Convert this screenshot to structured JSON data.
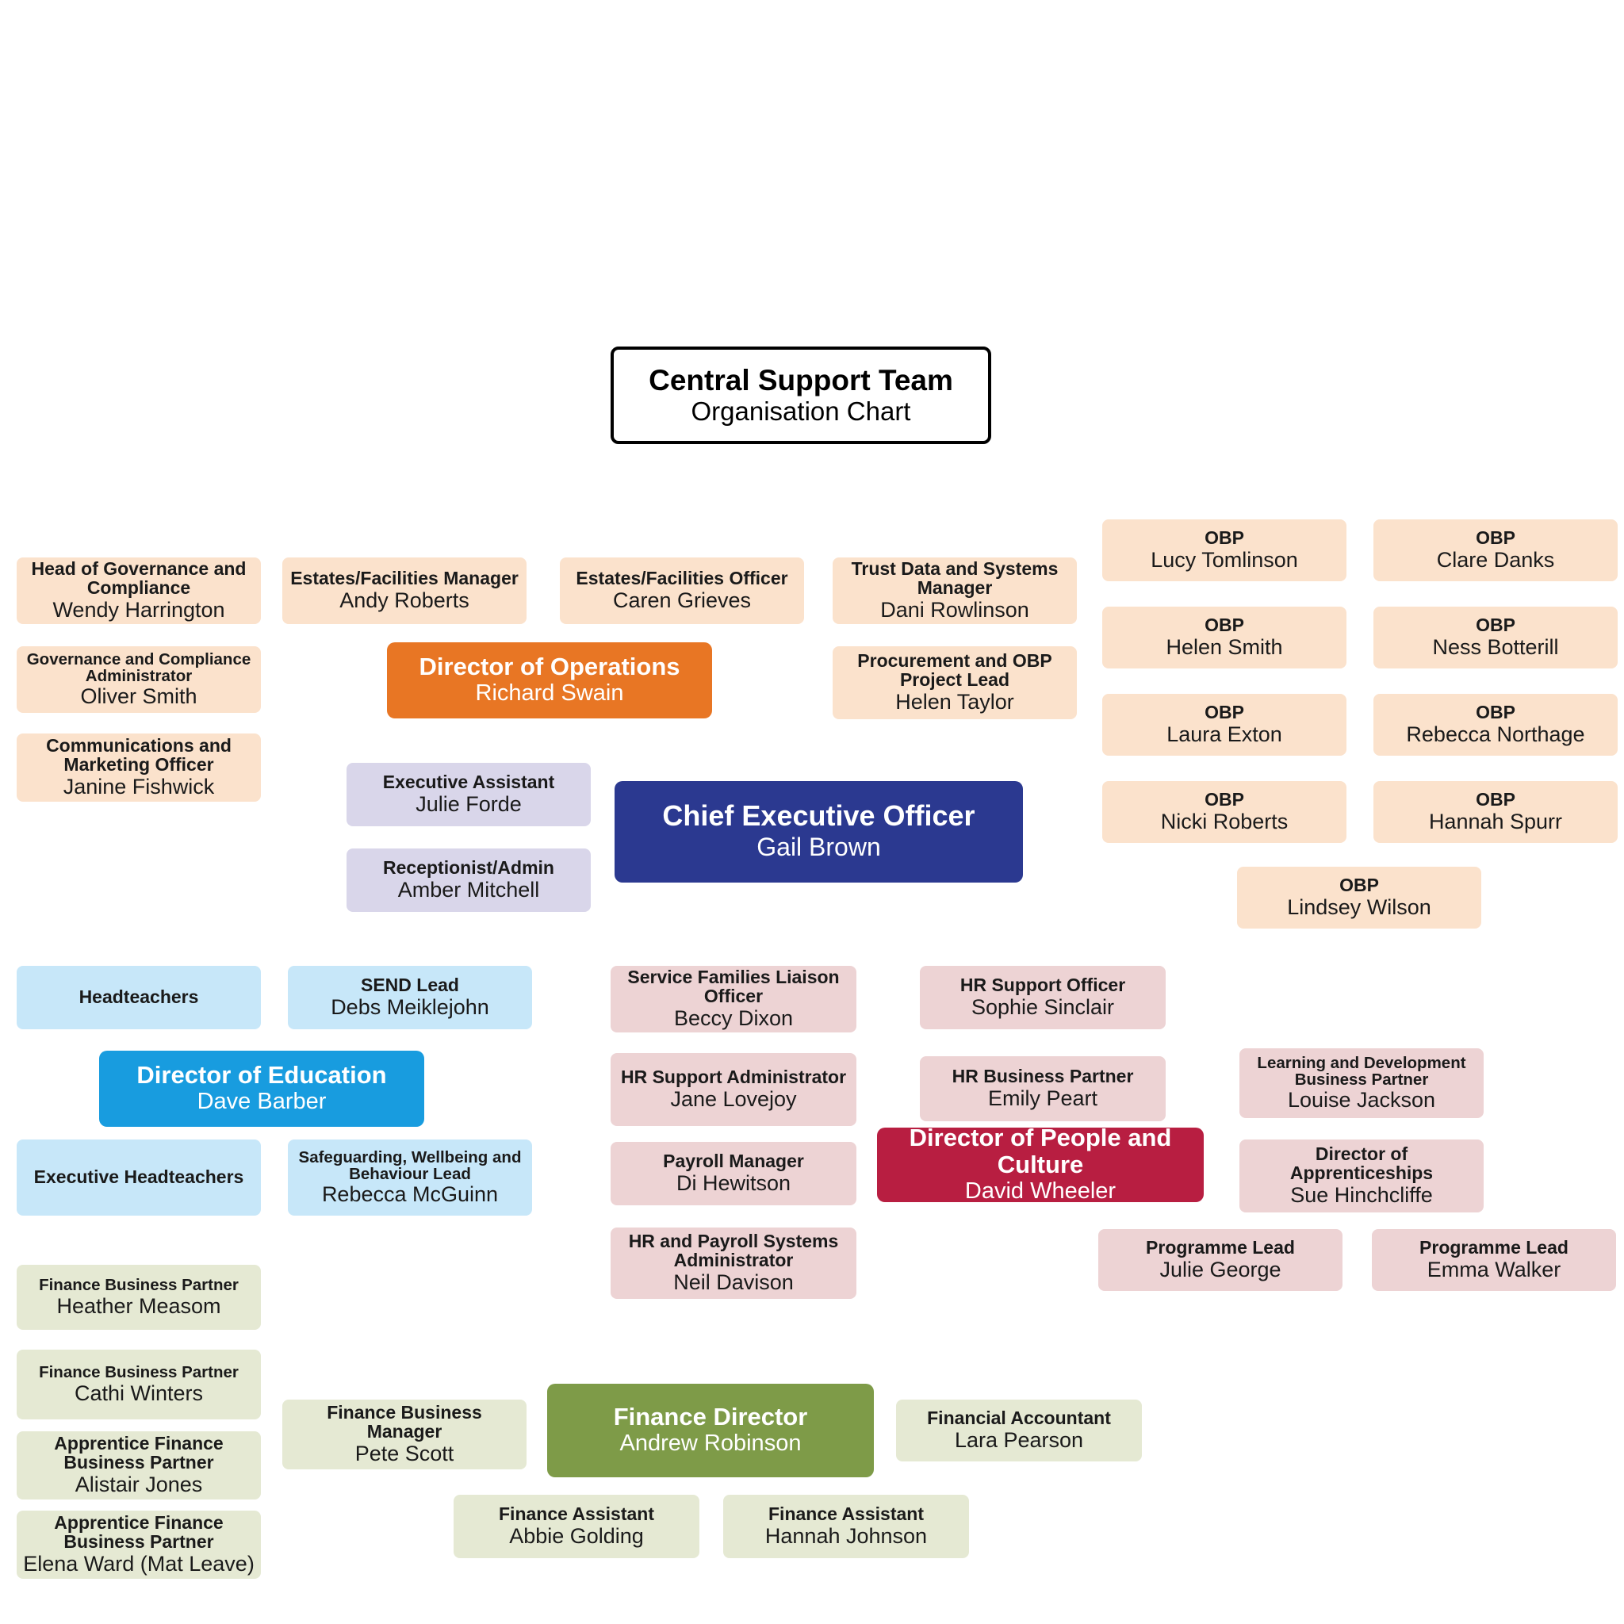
{
  "title": {
    "line1": "Central Support Team",
    "line2": "Organisation Chart"
  },
  "palette": {
    "peach": {
      "bg": "#FBE2CC",
      "text": "#1A1A1A"
    },
    "orange": {
      "bg": "#E87624",
      "text": "#FFFFFF"
    },
    "lavender": {
      "bg": "#D9D6EA",
      "text": "#1A1A1A"
    },
    "navy": {
      "bg": "#2B3990",
      "text": "#FFFFFF"
    },
    "lightblue": {
      "bg": "#C7E7F9",
      "text": "#1A1A1A"
    },
    "blue": {
      "bg": "#189CDF",
      "text": "#FFFFFF"
    },
    "pink": {
      "bg": "#EDD3D4",
      "text": "#1A1A1A"
    },
    "crimson": {
      "bg": "#B81E41",
      "text": "#FFFFFF"
    },
    "sage": {
      "bg": "#E5E9D3",
      "text": "#1A1A1A"
    },
    "olive": {
      "bg": "#7E9B48",
      "text": "#FFFFFF"
    }
  },
  "boxes": [
    {
      "id": "head-governance",
      "role": "Head of Governance and Compliance",
      "name": "Wendy Harrington",
      "color": "peach"
    },
    {
      "id": "governance-admin",
      "role": "Governance and Compliance Administrator",
      "name": "Oliver Smith",
      "color": "peach"
    },
    {
      "id": "comms-marketing",
      "role": "Communications and Marketing Officer",
      "name": "Janine Fishwick",
      "color": "peach"
    },
    {
      "id": "estates-manager",
      "role": "Estates/Facilities Manager",
      "name": "Andy Roberts",
      "color": "peach"
    },
    {
      "id": "estates-officer",
      "role": "Estates/Facilities Officer",
      "name": "Caren Grieves",
      "color": "peach"
    },
    {
      "id": "trust-data",
      "role": "Trust Data and Systems Manager",
      "name": "Dani Rowlinson",
      "color": "peach"
    },
    {
      "id": "procurement-obp",
      "role": "Procurement and OBP Project Lead",
      "name": "Helen Taylor",
      "color": "peach"
    },
    {
      "id": "director-operations",
      "role": "Director of Operations",
      "name": "Richard Swain",
      "color": "orange"
    },
    {
      "id": "obp-lucy",
      "role": "OBP",
      "name": "Lucy Tomlinson",
      "color": "peach"
    },
    {
      "id": "obp-clare",
      "role": "OBP",
      "name": "Clare Danks",
      "color": "peach"
    },
    {
      "id": "obp-helen",
      "role": "OBP",
      "name": "Helen Smith",
      "color": "peach"
    },
    {
      "id": "obp-ness",
      "role": "OBP",
      "name": "Ness Botterill",
      "color": "peach"
    },
    {
      "id": "obp-laura",
      "role": "OBP",
      "name": "Laura Exton",
      "color": "peach"
    },
    {
      "id": "obp-rebecca",
      "role": "OBP",
      "name": "Rebecca Northage",
      "color": "peach"
    },
    {
      "id": "obp-nicki",
      "role": "OBP",
      "name": "Nicki Roberts",
      "color": "peach"
    },
    {
      "id": "obp-hannah",
      "role": "OBP",
      "name": "Hannah Spurr",
      "color": "peach"
    },
    {
      "id": "obp-lindsey",
      "role": "OBP",
      "name": "Lindsey Wilson",
      "color": "peach"
    },
    {
      "id": "exec-assistant",
      "role": "Executive Assistant",
      "name": "Julie Forde",
      "color": "lavender"
    },
    {
      "id": "receptionist",
      "role": "Receptionist/Admin",
      "name": "Amber Mitchell",
      "color": "lavender"
    },
    {
      "id": "ceo",
      "role": "Chief Executive Officer",
      "name": "Gail Brown",
      "color": "navy"
    },
    {
      "id": "headteachers",
      "role": "Headteachers",
      "name": "",
      "color": "lightblue"
    },
    {
      "id": "send-lead",
      "role": "SEND Lead",
      "name": "Debs Meiklejohn",
      "color": "lightblue"
    },
    {
      "id": "director-education",
      "role": "Director of Education",
      "name": "Dave Barber",
      "color": "blue"
    },
    {
      "id": "exec-headteachers",
      "role": "Executive Headteachers",
      "name": "",
      "color": "lightblue"
    },
    {
      "id": "safeguarding",
      "role": "Safeguarding, Wellbeing and Behaviour Lead",
      "name": "Rebecca McGuinn",
      "color": "lightblue"
    },
    {
      "id": "service-families",
      "role": "Service Families Liaison Officer",
      "name": "Beccy Dixon",
      "color": "pink"
    },
    {
      "id": "hr-support-officer",
      "role": "HR Support Officer",
      "name": "Sophie Sinclair",
      "color": "pink"
    },
    {
      "id": "hr-support-admin",
      "role": "HR Support Administrator",
      "name": "Jane Lovejoy",
      "color": "pink"
    },
    {
      "id": "hr-business-partner",
      "role": "HR Business Partner",
      "name": "Emily Peart",
      "color": "pink"
    },
    {
      "id": "learning-dev-bp",
      "role": "Learning and Development Business Partner",
      "name": "Louise Jackson",
      "color": "pink"
    },
    {
      "id": "payroll-manager",
      "role": "Payroll Manager",
      "name": "Di Hewitson",
      "color": "pink"
    },
    {
      "id": "director-people-culture",
      "role": "Director of People and Culture",
      "name": "David Wheeler",
      "color": "crimson"
    },
    {
      "id": "director-apprenticeships",
      "role": "Director of Apprenticeships",
      "name": "Sue Hinchcliffe",
      "color": "pink"
    },
    {
      "id": "hr-payroll-admin",
      "role": "HR and Payroll Systems Administrator",
      "name": "Neil Davison",
      "color": "pink"
    },
    {
      "id": "programme-lead-julie",
      "role": "Programme Lead",
      "name": "Julie George",
      "color": "pink"
    },
    {
      "id": "programme-lead-emma",
      "role": "Programme Lead",
      "name": "Emma Walker",
      "color": "pink"
    },
    {
      "id": "fbp-heather",
      "role": "Finance Business Partner",
      "name": "Heather Measom",
      "color": "sage"
    },
    {
      "id": "fbp-cathi",
      "role": "Finance Business Partner",
      "name": "Cathi Winters",
      "color": "sage"
    },
    {
      "id": "apprentice-fbp-alistair",
      "role": "Apprentice Finance Business Partner",
      "name": "Alistair Jones",
      "color": "sage"
    },
    {
      "id": "apprentice-fbp-elena",
      "role": "Apprentice Finance Business Partner",
      "name": "Elena Ward (Mat Leave)",
      "color": "sage"
    },
    {
      "id": "finance-business-manager",
      "role": "Finance Business Manager",
      "name": "Pete Scott",
      "color": "sage"
    },
    {
      "id": "finance-director",
      "role": "Finance Director",
      "name": "Andrew Robinson",
      "color": "olive"
    },
    {
      "id": "financial-accountant",
      "role": "Financial Accountant",
      "name": "Lara Pearson",
      "color": "sage"
    },
    {
      "id": "finance-assistant-abbie",
      "role": "Finance Assistant",
      "name": "Abbie Golding",
      "color": "sage"
    },
    {
      "id": "finance-assistant-hannah",
      "role": "Finance Assistant",
      "name": "Hannah Johnson",
      "color": "sage"
    }
  ]
}
